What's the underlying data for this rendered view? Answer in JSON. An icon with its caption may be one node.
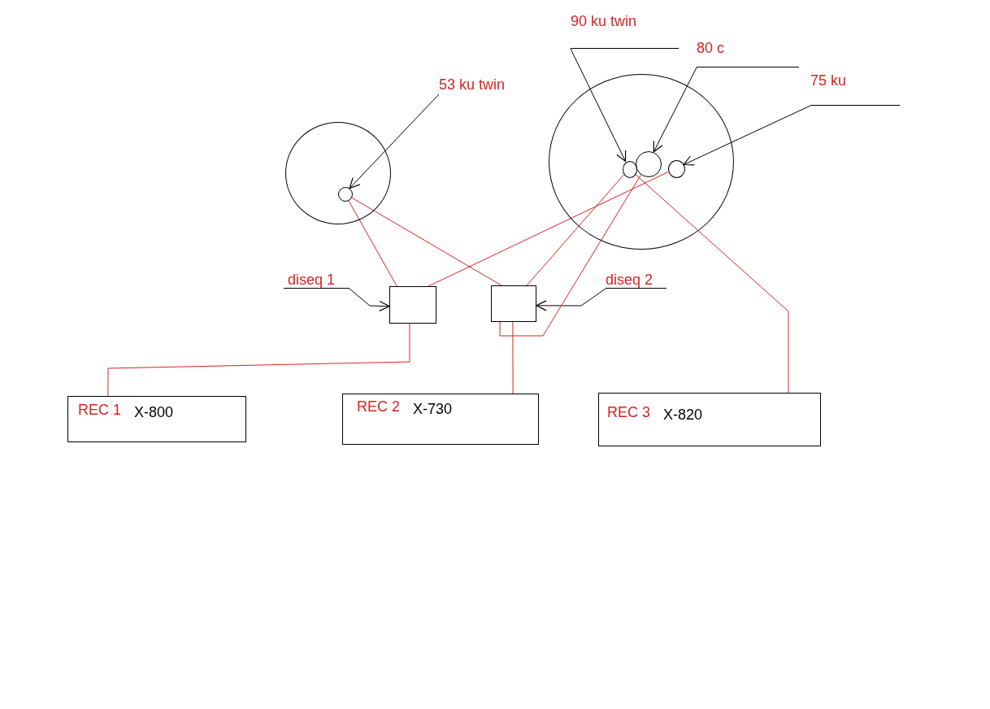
{
  "diagram": {
    "nodes": [
      {
        "text": [],
        "shape": "circle"
      },
      {
        "text": [],
        "shape": "circle",
        "in": 0
      },
      {
        "text": [],
        "shape": "circle"
      },
      {
        "text": [],
        "shape": "circle",
        "in": 2
      },
      {
        "text": [],
        "shape": "circle",
        "in": 2
      },
      {
        "text": [],
        "shape": "circle",
        "in": 2
      },
      {
        "text": [
          "53 ku twin"
        ]
      },
      {
        "text": [
          "90 ku twin"
        ]
      },
      {
        "text": [
          "80 c"
        ]
      },
      {
        "text": [
          "75 ku"
        ]
      },
      {
        "text": [],
        "shape": "box"
      },
      {
        "text": [],
        "shape": "box"
      },
      {
        "text": [
          "diseq 1"
        ]
      },
      {
        "text": [
          "diseq 2"
        ]
      },
      {
        "text": [
          "REC 1",
          "X-800"
        ]
      },
      {
        "text": [
          "REC 2",
          "X-730"
        ]
      },
      {
        "text": [
          "REC 3",
          "X-820"
        ]
      }
    ],
    "edges": [
      {
        "from": 6,
        "to": 1,
        "arrow": "to",
        "color": "#000000"
      },
      {
        "from": 7,
        "to": 3,
        "arrow": "to",
        "color": "#000000"
      },
      {
        "from": 8,
        "to": 4,
        "arrow": "to",
        "color": "#000000"
      },
      {
        "from": 9,
        "to": 5,
        "arrow": "to",
        "color": "#000000"
      },
      {
        "from": 12,
        "to": 10,
        "arrow": "to",
        "color": "#000000"
      },
      {
        "from": 13,
        "to": 11,
        "arrow": "to",
        "color": "#000000"
      },
      {
        "from": 1,
        "to": 10,
        "arrow": "none"
      },
      {
        "from": 1,
        "to": 11,
        "arrow": "none"
      },
      {
        "from": 5,
        "to": 10,
        "arrow": "none"
      },
      {
        "from": 3,
        "to": 11,
        "arrow": "none"
      },
      {
        "from": 3,
        "to": 16,
        "arrow": "none"
      },
      {
        "from": 4,
        "to": 11,
        "arrow": "none"
      },
      {
        "from": 10,
        "to": 14,
        "arrow": "none"
      },
      {
        "from": 11,
        "to": 15,
        "arrow": "none"
      }
    ]
  }
}
